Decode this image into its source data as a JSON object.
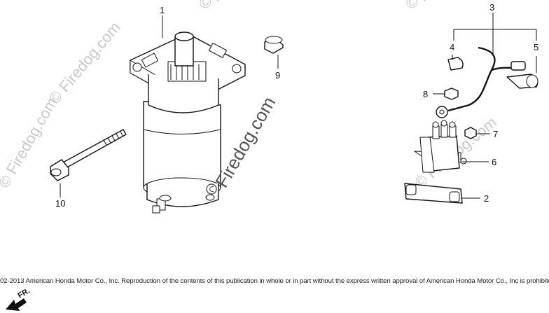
{
  "diagram": {
    "callouts": {
      "c1": "1",
      "c2": "2",
      "c3": "3",
      "c4": "4",
      "c5": "5",
      "c6": "6",
      "c7": "7",
      "c8": "8",
      "c9": "9",
      "c10": "10"
    },
    "watermark": "© Firedog.com",
    "center_watermark": "Firedog.com",
    "copyright": "02-2013 American Honda Motor Co., Inc. Reproduction of the contents of this publication in whole or in part without the express written approval of American Honda Motor Co., Inc is prohibited",
    "direction_label": "FR."
  }
}
